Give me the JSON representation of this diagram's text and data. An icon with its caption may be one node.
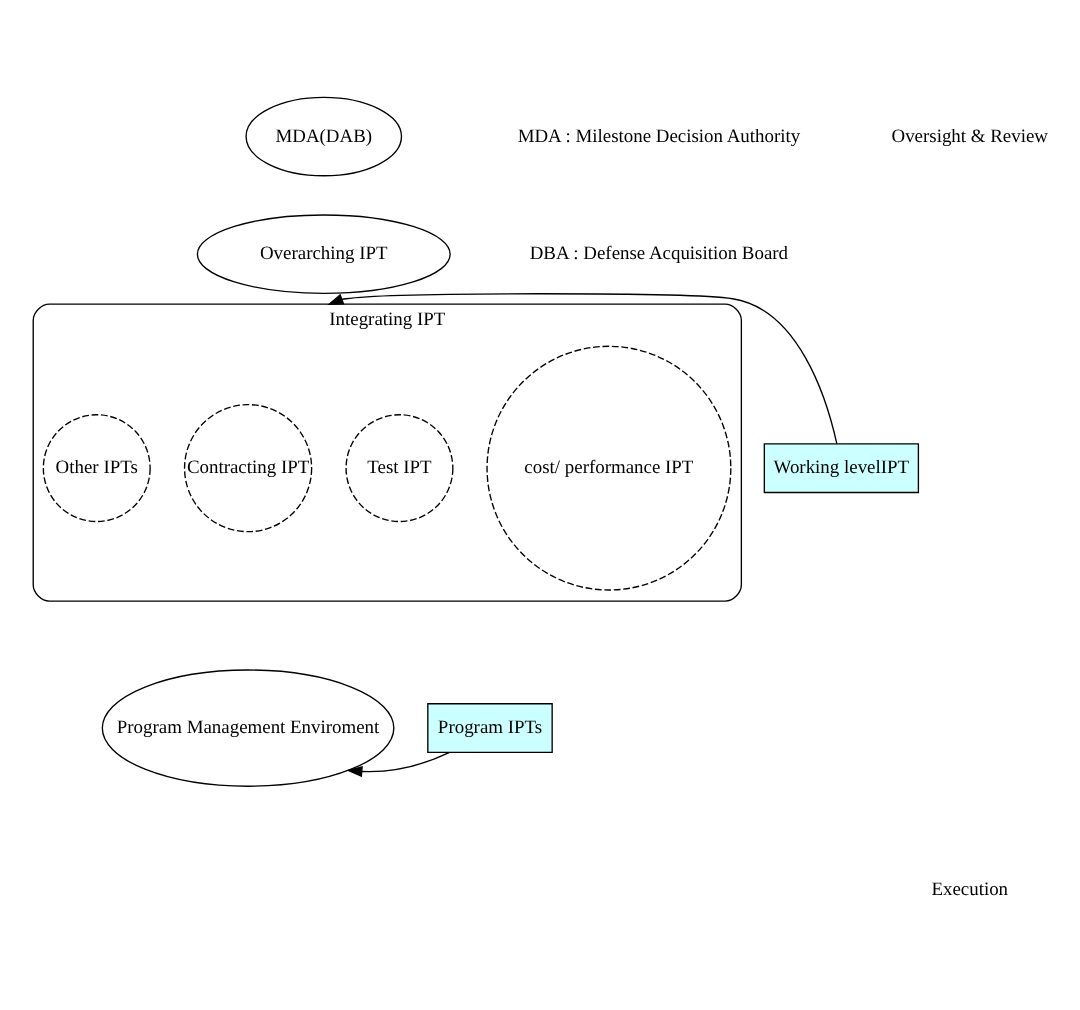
{
  "diagram": {
    "nodes": [
      {
        "text": [
          "MDA(DAB)"
        ]
      },
      {
        "text": [
          "Overarching IPT"
        ]
      },
      {
        "text": [
          "Integrating IPT"
        ]
      },
      {
        "text": [
          "cost/ performance IPT"
        ],
        "in": 2
      },
      {
        "text": [
          "Test IPT"
        ],
        "in": 2
      },
      {
        "text": [
          "Contracting IPT"
        ],
        "in": 2
      },
      {
        "text": [
          "Other IPTs"
        ],
        "in": 2
      },
      {
        "text": [
          "Working levelIPT"
        ]
      },
      {
        "text": [
          "Program Management Enviroment"
        ]
      },
      {
        "text": [
          "Program IPTs"
        ]
      }
    ],
    "edges": [
      {
        "from": 7,
        "to": 2,
        "arrow": "to"
      },
      {
        "from": 9,
        "to": 8,
        "arrow": "to"
      }
    ],
    "labels": [
      "MDA : Milestone Decision Authority",
      "DBA : Defense Acquisition Board",
      "Oversight & Review",
      "Execution"
    ]
  }
}
